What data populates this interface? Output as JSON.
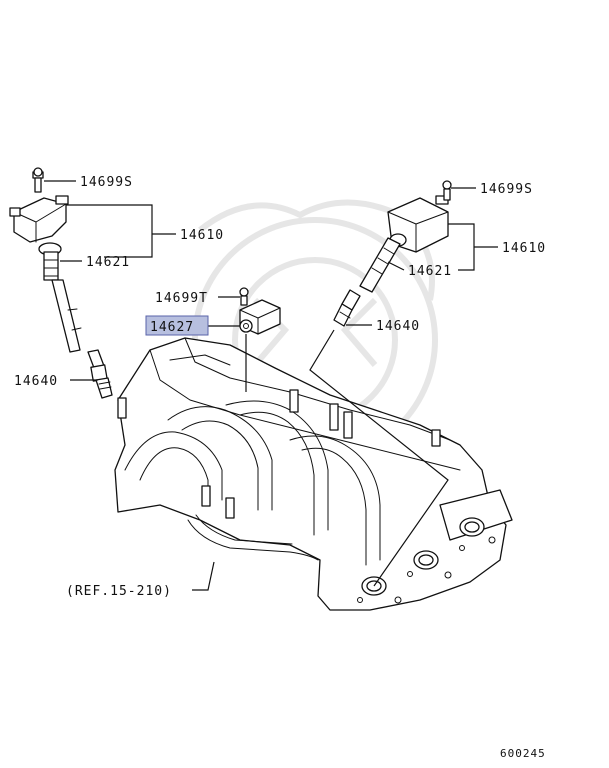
{
  "labels": {
    "bolt_left": "14699S",
    "bolt_right": "14699S",
    "coil_left": "14610",
    "coil_right": "14610",
    "boot_left": "14621",
    "boot_right": "14621",
    "bolt_sensor": "14699T",
    "sensor_highlighted": "14627",
    "plug_left": "14640",
    "plug_right": "14640",
    "reference": "(REF.15-210)",
    "diagram_number": "600245"
  },
  "colors": {
    "highlight_fill": "#b7bfdf",
    "highlight_stroke": "#5a63a8",
    "line": "#111111",
    "watermark": "#e6e6e6"
  }
}
